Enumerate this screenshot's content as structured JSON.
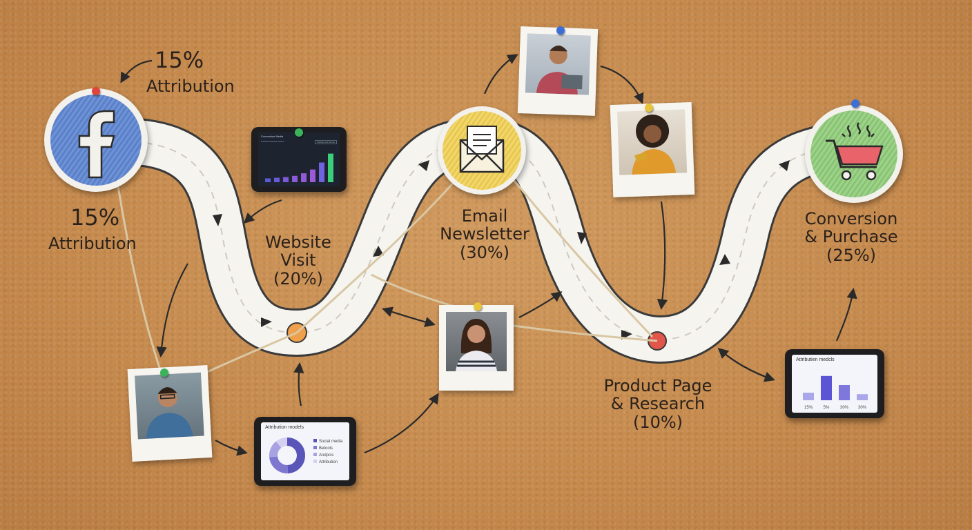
{
  "labels": {
    "social_top_pct": "15%",
    "social_top_word": "Attribution",
    "social_pct": "15%",
    "social_word": "Attribution",
    "website_line1": "Website",
    "website_line2": "Visit",
    "website_pct": "(20%)",
    "email_line1": "Email",
    "email_line2": "Newsletter",
    "email_pct": "(30%)",
    "product_line1": "Product Page",
    "product_line2": "& Research",
    "product_pct": "(10%)",
    "conversion_line1": "Conversion",
    "conversion_line2": "& Purchase",
    "conversion_pct": "(25%)"
  },
  "tablet_top": {
    "title": "Conversion Media",
    "subtitle": "Predicted website visitors",
    "badge": "Website visit funnel",
    "bar_levels": [
      0.12,
      0.14,
      0.16,
      0.2,
      0.28,
      0.4,
      0.62,
      0.9
    ],
    "bar_colors": [
      "#5b5bd6",
      "#6a5ad8",
      "#7b5ad8",
      "#8a5ad8",
      "#935ad8",
      "#9b5ad8",
      "#6f63e0",
      "#3ccf7a"
    ]
  },
  "tablet_donut": {
    "title": "Attribution models",
    "legend": [
      "Social media",
      "Betools",
      "Andpcis",
      "Attribution"
    ],
    "legend_colors": [
      "#5a55b8",
      "#7d77cf",
      "#a7a2e2",
      "#d3d0f0"
    ]
  },
  "tablet_bars": {
    "title": "Attributien medcls",
    "categories": [
      "15%",
      "5%",
      "30%",
      "30%"
    ],
    "levels": [
      0.25,
      0.8,
      0.5,
      0.2
    ],
    "colors": [
      "#a9a7ea",
      "#5b55d6",
      "#7e78dc",
      "#a9a7ea"
    ]
  },
  "icons": {
    "facebook": "facebook-icon",
    "email": "envelope-icon",
    "cart": "shopping-cart-icon"
  },
  "colors": {
    "path_fill": "#f6f4ef",
    "path_edge": "#3a3a3a",
    "cork": "#c98f52",
    "string": "#d9c7a4",
    "node_orange": "#f0a04b",
    "node_red": "#e2554a"
  }
}
